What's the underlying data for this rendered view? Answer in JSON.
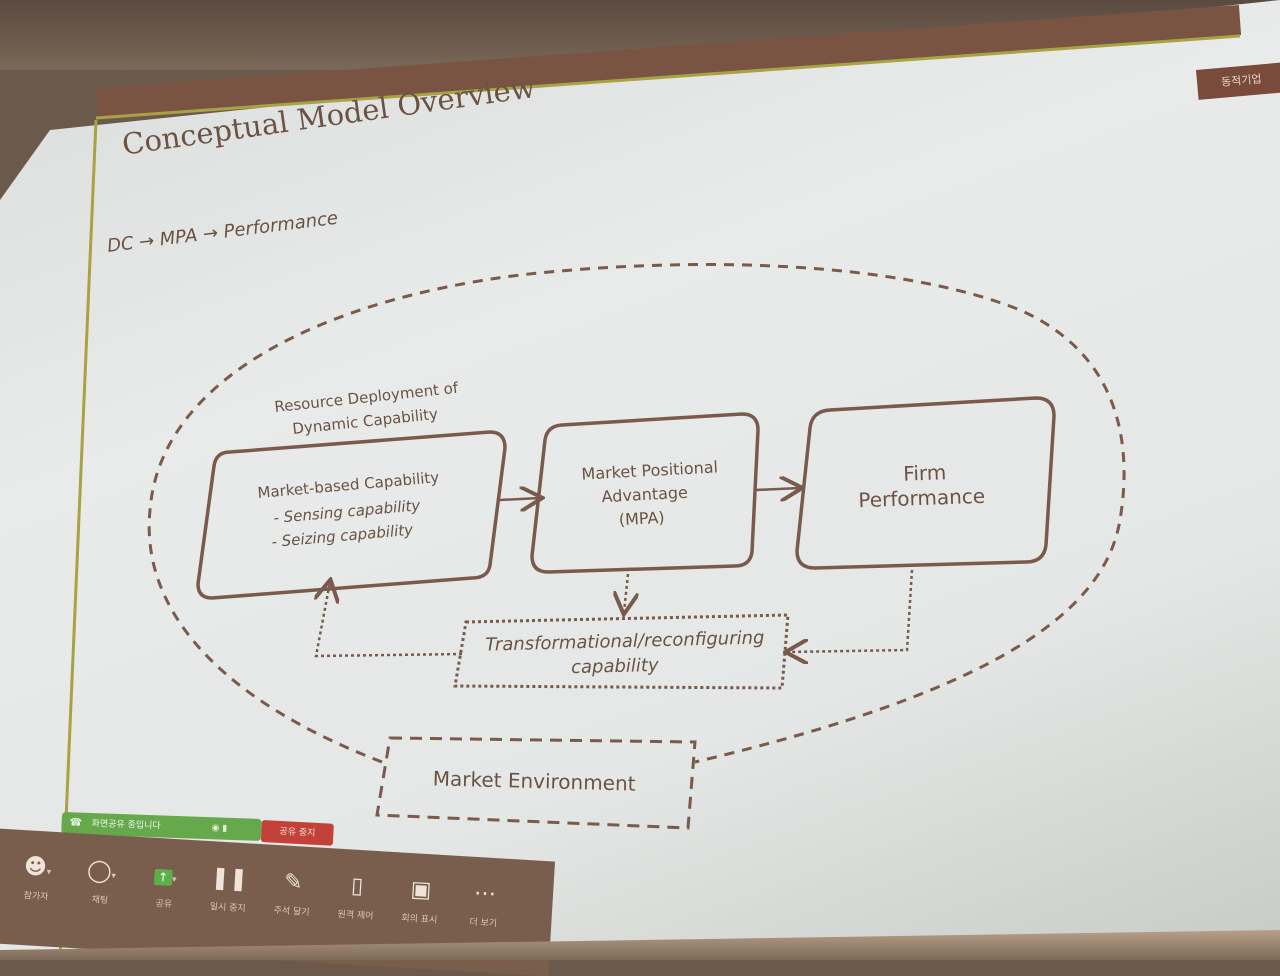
{
  "slide": {
    "title": "Conceptual Model Overview",
    "subtitle": "DC → MPA → Performance",
    "page_tag": "동적기업"
  },
  "diagram": {
    "outer_label_line1": "Resource Deployment of",
    "outer_label_line2": "Dynamic Capability",
    "box_capability_title": "Market-based Capability",
    "box_capability_item1": "- Sensing capability",
    "box_capability_item2": "- Seizing capability",
    "box_mpa_line1": "Market Positional",
    "box_mpa_line2": "Advantage",
    "box_mpa_line3": "(MPA)",
    "box_perf_line1": "Firm",
    "box_perf_line2": "Performance",
    "box_transform_line1": "Transformational/reconfiguring",
    "box_transform_line2": "capability",
    "box_environment": "Market Environment"
  },
  "share_bar": {
    "status_text": "화면공유 중입니다",
    "stop_label": "공유 중지"
  },
  "toolbar": {
    "items": [
      {
        "label": "참가자",
        "icon": "participants-icon"
      },
      {
        "label": "채팅",
        "icon": "chat-icon"
      },
      {
        "label": "공유",
        "icon": "share-icon"
      },
      {
        "label": "일시 중지",
        "icon": "pause-icon"
      },
      {
        "label": "주석 달기",
        "icon": "annotate-icon"
      },
      {
        "label": "원격 제어",
        "icon": "remote-control-icon"
      },
      {
        "label": "회의 표시",
        "icon": "show-meeting-icon"
      },
      {
        "label": "더 보기",
        "icon": "more-icon"
      }
    ]
  },
  "colors": {
    "accent": "#7a4a3a",
    "diagram_stroke": "#7a5a4c",
    "share_green": "#66a84c",
    "stop_red": "#c2423a",
    "toolbar_bg": "#7a5e4d"
  }
}
